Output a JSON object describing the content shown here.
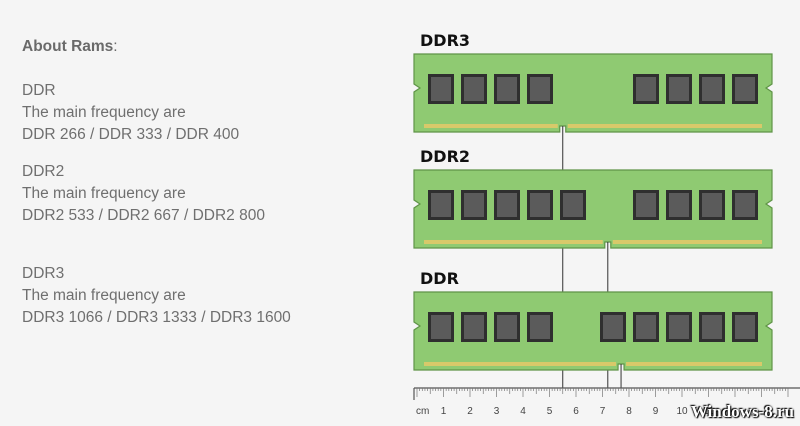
{
  "info": {
    "heading": "About Rams",
    "heading_suffix": ":",
    "groups": [
      {
        "name": "DDR",
        "line": "The main frequency are",
        "freqs": "DDR 266 / DDR 333 / DDR 400"
      },
      {
        "name": "DDR2",
        "line": "The main frequency are",
        "freqs": "DDR2 533 / DDR2 667 / DDR2 800"
      },
      {
        "name": "DDR3",
        "line": "The main frequency are",
        "freqs": "DDR3 1066 / DDR3 1333 / DDR3 1600"
      }
    ]
  },
  "modules": [
    {
      "label": "DDR3",
      "left_chips": 4,
      "right_chips": 4,
      "notch_cm": 5.5
    },
    {
      "label": "DDR2",
      "left_chips": 5,
      "right_chips": 4,
      "notch_cm": 7.2
    },
    {
      "label": "DDR",
      "left_chips": 4,
      "right_chips": 5,
      "notch_cm": 7.7
    }
  ],
  "ruler": {
    "unit": "cm",
    "numbers": [
      "1",
      "2",
      "3",
      "4",
      "5",
      "6",
      "7",
      "8",
      "9",
      "10",
      "11"
    ]
  },
  "watermark": "Windows-8.ru",
  "colors": {
    "board": "#8fca72",
    "board_edge": "#5f9447",
    "chip": "#5b5b5b",
    "chip_frame": "#2f2f2f",
    "pins": "#d8c96a",
    "text": "#6f6f6f"
  }
}
